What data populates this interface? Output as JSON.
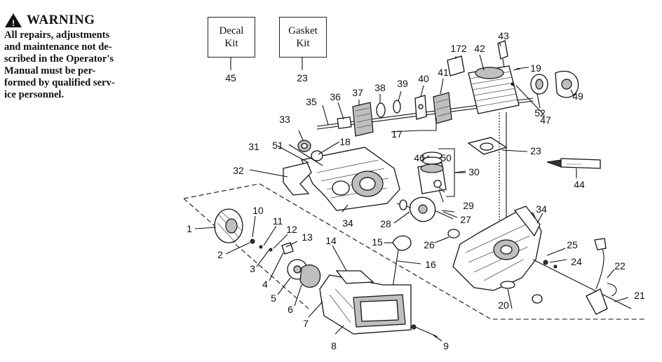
{
  "warning": {
    "title": "WARNING",
    "lines": [
      "All repairs, adjustments",
      "and maintenance not de-",
      "scribed in the Operator's",
      "Manual must be per-",
      "formed by qualified serv-",
      "ice personnel."
    ]
  },
  "kits": {
    "decal": {
      "line1": "Decal",
      "line2": "Kit",
      "number": "45"
    },
    "gasket": {
      "line1": "Gasket",
      "line2": "Kit",
      "number": "23"
    }
  },
  "parts": {
    "p1": "1",
    "p2": "2",
    "p3": "3",
    "p4": "4",
    "p5": "5",
    "p6": "6",
    "p7": "7",
    "p8": "8",
    "p9": "9",
    "p10": "10",
    "p11": "11",
    "p12": "12",
    "p13": "13",
    "p14": "14",
    "p15": "15",
    "p16": "16",
    "p17": "17",
    "p18": "18",
    "p19": "19",
    "p20": "20",
    "p21": "21",
    "p22": "22",
    "p23": "23",
    "p24": "24",
    "p25": "25",
    "p26": "26",
    "p27": "27",
    "p28": "28",
    "p29": "29",
    "p30": "30",
    "p31": "31",
    "p32": "32",
    "p33": "33",
    "p34a": "34",
    "p34b": "34",
    "p35": "35",
    "p36": "36",
    "p37": "37",
    "p38": "38",
    "p39": "39",
    "p40": "40",
    "p41": "41",
    "p42": "42",
    "p43": "43",
    "p44": "44",
    "p46": "46",
    "p47": "47",
    "p49": "49",
    "p50": "50",
    "p51": "51",
    "p52": "52",
    "p172": "172"
  }
}
